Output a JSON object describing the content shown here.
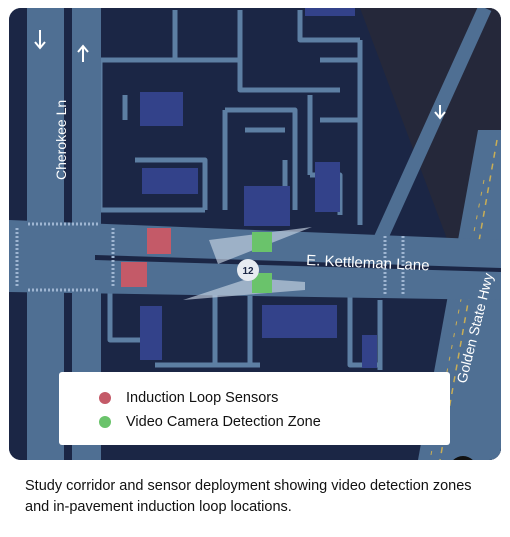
{
  "map": {
    "road_labels": {
      "cherokee": "Cherokee Ln",
      "kettleman": "E. Kettleman Lane",
      "golden_state": "Golden State Hwy"
    },
    "route_shield": "12",
    "colors": {
      "background": "#1b2645",
      "road": "#4f6f93",
      "block_outline": "#5d7fa3",
      "building": "#33428a",
      "induction_loop": "#c45a68",
      "video_zone": "#6ac36b"
    }
  },
  "legend": {
    "items": [
      {
        "label": "Induction Loop Sensors",
        "color": "#c45a68"
      },
      {
        "label": "Video Camera Detection Zone",
        "color": "#6ac36b"
      }
    ]
  },
  "caption": "Study corridor and sensor deployment showing video detection zones and in-pavement induction loop locations."
}
